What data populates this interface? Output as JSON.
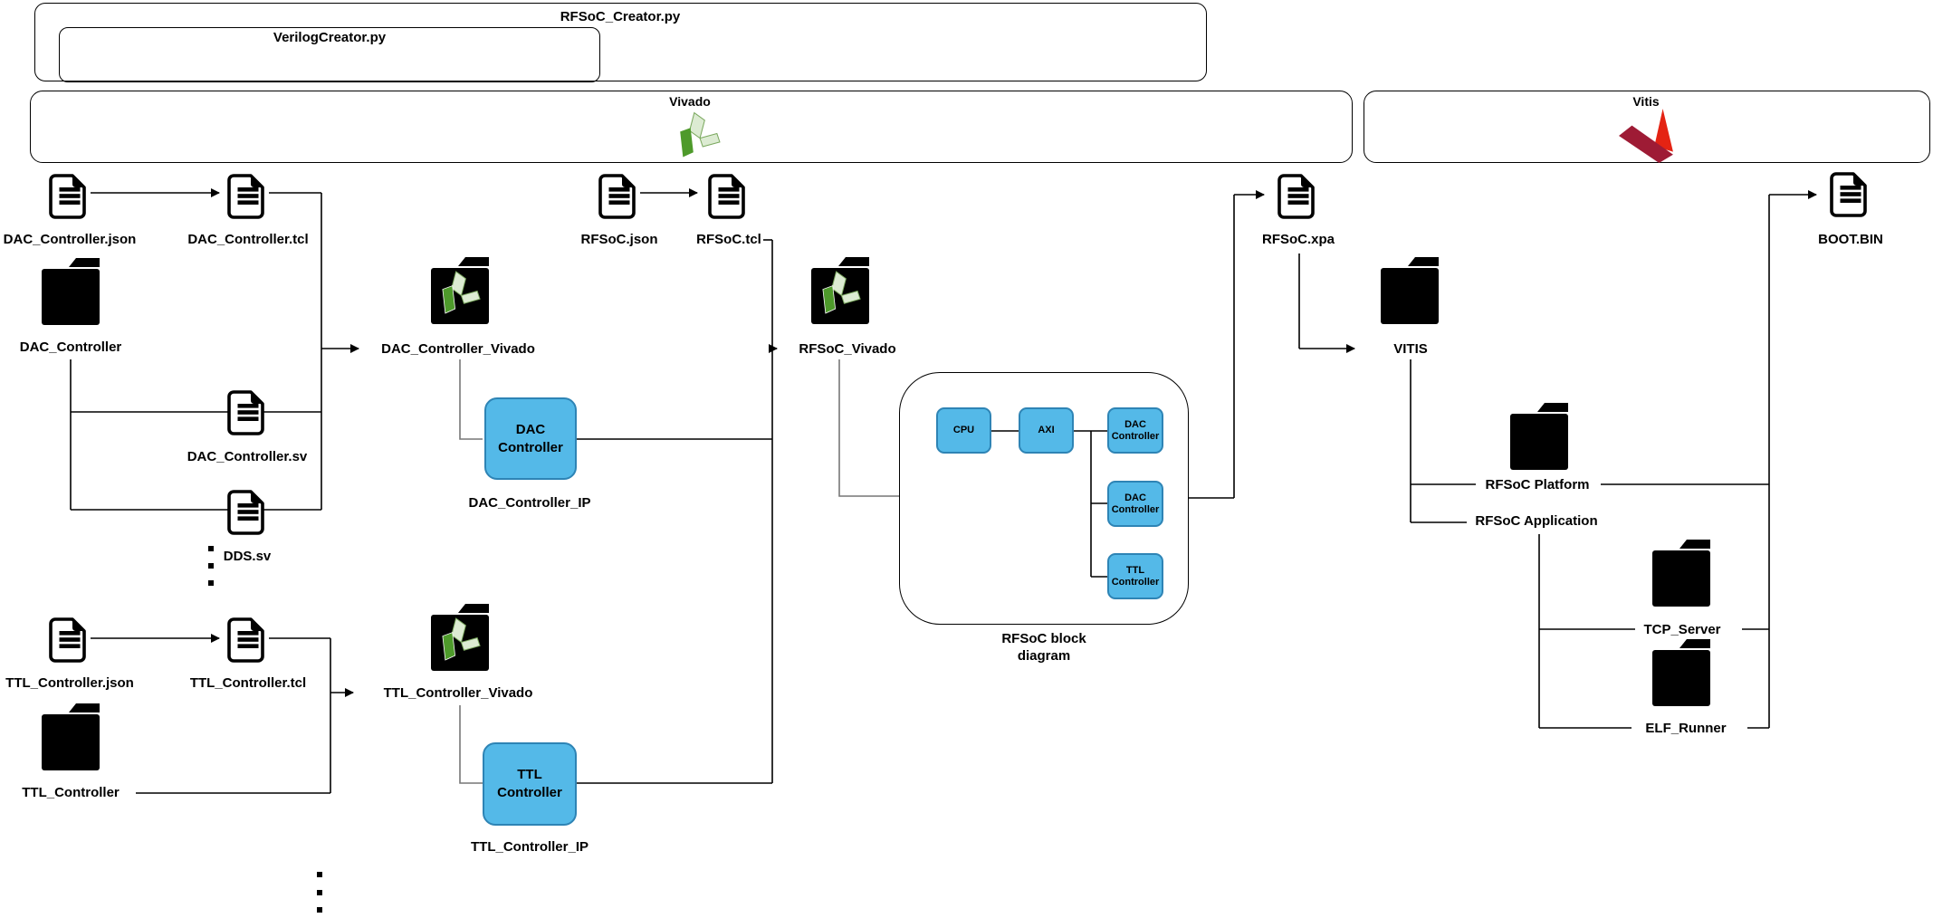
{
  "containers": {
    "rfsoc_creator": {
      "label": "RFSoC_Creator.py"
    },
    "verilog_creator": {
      "label": "VerilogCreator.py"
    },
    "vivado": {
      "label": "Vivado"
    },
    "vitis": {
      "label": "Vitis"
    }
  },
  "files": {
    "dac_json": {
      "label": "DAC_Controller.json"
    },
    "dac_tcl": {
      "label": "DAC_Controller.tcl"
    },
    "dac_sv": {
      "label": "DAC_Controller.sv"
    },
    "dds_sv": {
      "label": "DDS.sv"
    },
    "ttl_json": {
      "label": "TTL_Controller.json"
    },
    "ttl_tcl": {
      "label": "TTL_Controller.tcl"
    },
    "rfsoc_json": {
      "label": "RFSoC.json"
    },
    "rfsoc_tcl": {
      "label": "RFSoC.tcl"
    },
    "rfsoc_xpa": {
      "label": "RFSoC.xpa"
    },
    "boot_bin": {
      "label": "BOOT.BIN"
    }
  },
  "folders": {
    "dac": {
      "label": "DAC_Controller"
    },
    "ttl": {
      "label": "TTL_Controller"
    },
    "dac_vivado": {
      "label": "DAC_Controller_Vivado"
    },
    "ttl_vivado": {
      "label": "TTL_Controller_Vivado"
    },
    "rfsoc_vivado": {
      "label": "RFSoC_Vivado"
    },
    "vitis_dir": {
      "label": "VITIS"
    },
    "platform": {
      "label": "RFSoC Platform"
    },
    "tcp": {
      "label": "TCP_Server"
    },
    "elf": {
      "label": "ELF_Runner"
    }
  },
  "labels": {
    "application": "RFSoC Application"
  },
  "ip_blocks": {
    "dac_ip": {
      "line1": "DAC",
      "line2": "Controller",
      "caption": "DAC_Controller_IP"
    },
    "ttl_ip": {
      "line1": "TTL",
      "line2": "Controller",
      "caption": "TTL_Controller_IP"
    }
  },
  "block_diagram": {
    "caption_line1": "RFSoC block",
    "caption_line2": "diagram",
    "cpu": "CPU",
    "axi": "AXI",
    "dac1_line1": "DAC",
    "dac1_line2": "Controller",
    "dac2_line1": "DAC",
    "dac2_line2": "Controller",
    "ttl_line1": "TTL",
    "ttl_line2": "Controller"
  },
  "colors": {
    "accent_fill": "#54b9e8",
    "accent_stroke": "#2e84b5",
    "vivado_green_dark": "#4e9a2b",
    "vivado_green_light": "#dcebd2",
    "vivado_green_stroke": "#7aa85e",
    "vitis_red": "#e42313",
    "vitis_dark_red": "#9e1b35",
    "line_color": "#000000",
    "gray_line": "#777777"
  }
}
